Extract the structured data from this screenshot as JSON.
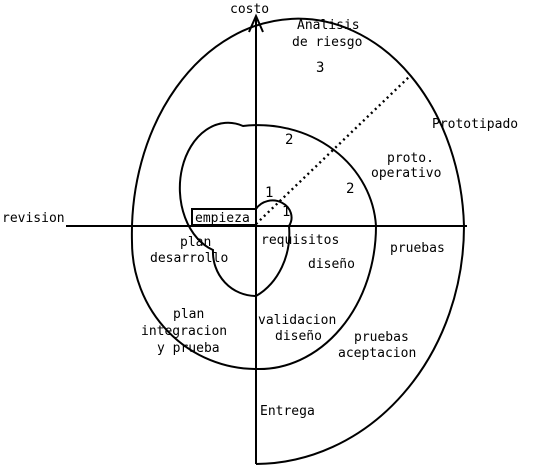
{
  "colors": {
    "line": "#000000",
    "background": "#ffffff"
  },
  "axes": {
    "vertical": "costo",
    "horizontal_left": "revision"
  },
  "start": {
    "label": "empieza"
  },
  "quadrants": {
    "top_left_risk": {
      "line1": "Analisis",
      "line2": "de riesgo"
    },
    "prototype": "Prototipado",
    "proto_operative": {
      "line1": "proto.",
      "line2": "operativo"
    },
    "tests": "pruebas",
    "requirements": "requisitos",
    "design": "diseño",
    "dev_plan": {
      "line1": "plan",
      "line2": "desarrollo"
    },
    "integration_plan": {
      "line1": "plan",
      "line2": "integracion",
      "line3": "y prueba"
    },
    "design_validation": {
      "line1": "validacion",
      "line2": "diseño"
    },
    "acceptance_tests": {
      "line1": "pruebas",
      "line2": "aceptacion"
    },
    "delivery": "Entrega"
  },
  "cycle_numbers": {
    "n3_top": "3",
    "n2_top": "2",
    "n2_right": "2",
    "n1_inner_top": "1",
    "n1_inner_bottom": "1"
  }
}
